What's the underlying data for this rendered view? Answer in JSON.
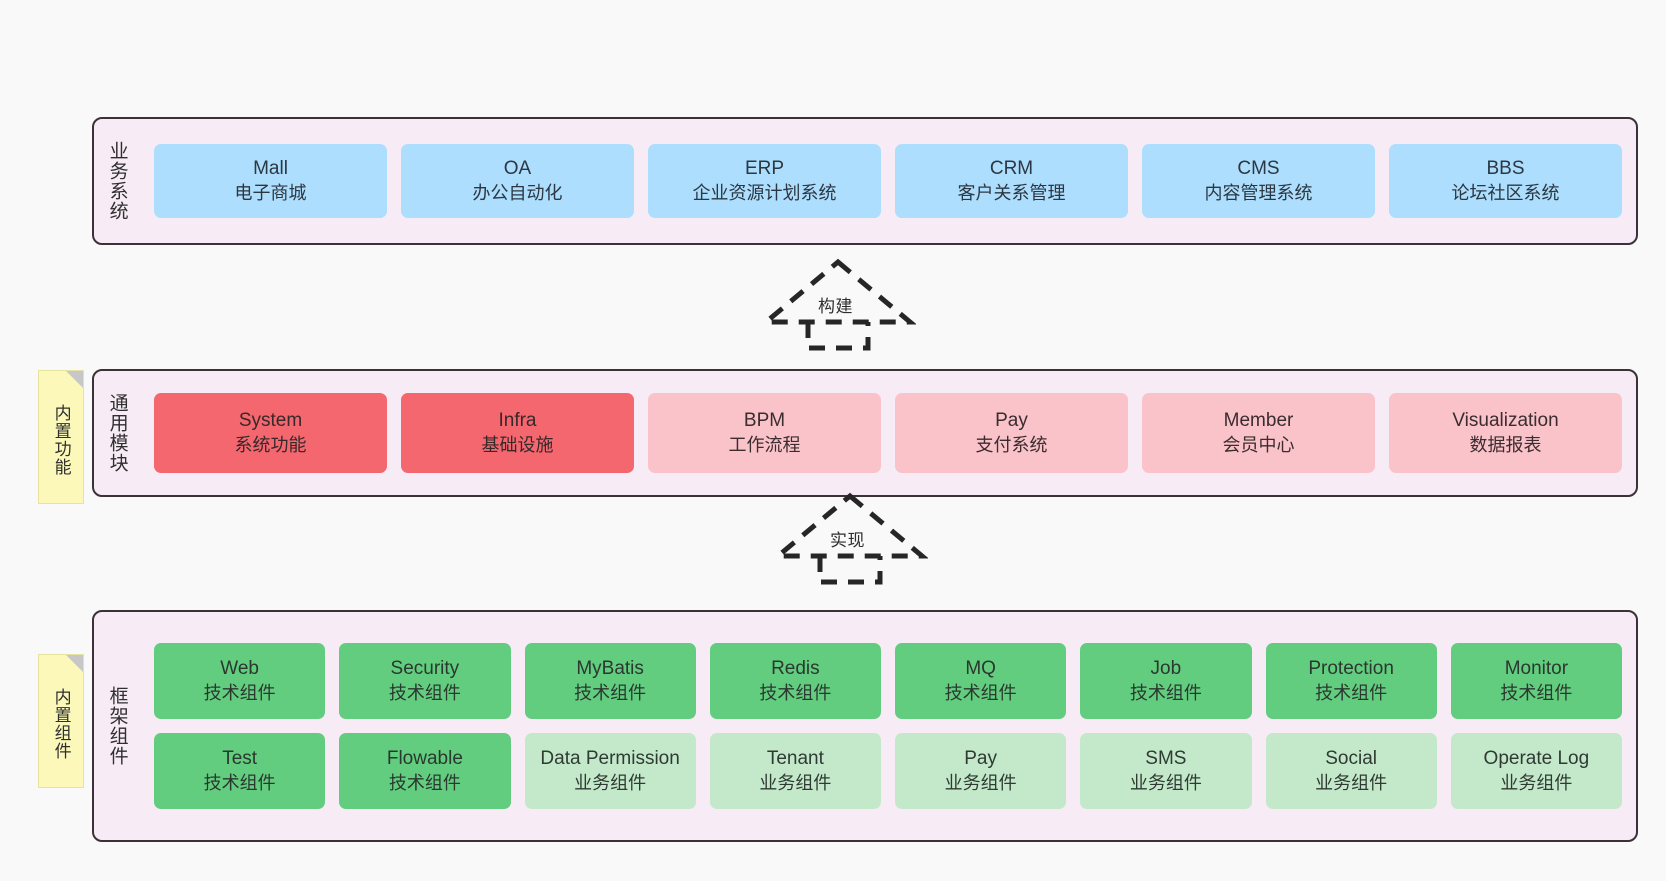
{
  "diagram": {
    "background_color": "#f9f9f9",
    "layer_fill": "#f7ecf5",
    "layer_border": "#3b3239",
    "note_fill": "#fbf8ba"
  },
  "notes": [
    {
      "id": "builtin-function",
      "text": "内置功能"
    },
    {
      "id": "builtin-component",
      "text": "内置组件"
    }
  ],
  "connectors": [
    {
      "id": "build",
      "label": "构建",
      "style": "dashed-hollow-arrow-up"
    },
    {
      "id": "realize",
      "label": "实现",
      "style": "dashed-hollow-arrow-up"
    }
  ],
  "layers": [
    {
      "id": "business-system",
      "title": "业务系统",
      "color": "#aedefd",
      "rows": [
        {
          "cards": [
            {
              "name": "Mall",
              "desc": "电子商城",
              "color": "#aedefd"
            },
            {
              "name": "OA",
              "desc": "办公自动化",
              "color": "#aedefd"
            },
            {
              "name": "ERP",
              "desc": "企业资源计划系统",
              "color": "#aedefd"
            },
            {
              "name": "CRM",
              "desc": "客户关系管理",
              "color": "#aedefd"
            },
            {
              "name": "CMS",
              "desc": "内容管理系统",
              "color": "#aedefd"
            },
            {
              "name": "BBS",
              "desc": "论坛社区系统",
              "color": "#aedefd"
            }
          ]
        }
      ]
    },
    {
      "id": "common-module",
      "title": "通用模块",
      "rows": [
        {
          "cards": [
            {
              "name": "System",
              "desc": "系统功能",
              "color": "#f4676e"
            },
            {
              "name": "Infra",
              "desc": "基础设施",
              "color": "#f4676e"
            },
            {
              "name": "BPM",
              "desc": "工作流程",
              "color": "#fac3ca"
            },
            {
              "name": "Pay",
              "desc": "支付系统",
              "color": "#fac3ca"
            },
            {
              "name": "Member",
              "desc": "会员中心",
              "color": "#fac3ca"
            },
            {
              "name": "Visualization",
              "desc": "数据报表",
              "color": "#fac3ca"
            }
          ]
        }
      ]
    },
    {
      "id": "framework-component",
      "title": "框架组件",
      "rows": [
        {
          "cards": [
            {
              "name": "Web",
              "desc": "技术组件",
              "color": "#63cd7f"
            },
            {
              "name": "Security",
              "desc": "技术组件",
              "color": "#63cd7f"
            },
            {
              "name": "MyBatis",
              "desc": "技术组件",
              "color": "#63cd7f"
            },
            {
              "name": "Redis",
              "desc": "技术组件",
              "color": "#63cd7f"
            },
            {
              "name": "MQ",
              "desc": "技术组件",
              "color": "#63cd7f"
            },
            {
              "name": "Job",
              "desc": "技术组件",
              "color": "#63cd7f"
            },
            {
              "name": "Protection",
              "desc": "技术组件",
              "color": "#63cd7f"
            },
            {
              "name": "Monitor",
              "desc": "技术组件",
              "color": "#63cd7f"
            }
          ]
        },
        {
          "cards": [
            {
              "name": "Test",
              "desc": "技术组件",
              "color": "#63cd7f"
            },
            {
              "name": "Flowable",
              "desc": "技术组件",
              "color": "#63cd7f"
            },
            {
              "name": "Data Permission",
              "desc": "业务组件",
              "color": "#c3e9ca"
            },
            {
              "name": "Tenant",
              "desc": "业务组件",
              "color": "#c3e9ca"
            },
            {
              "name": "Pay",
              "desc": "业务组件",
              "color": "#c3e9ca"
            },
            {
              "name": "SMS",
              "desc": "业务组件",
              "color": "#c3e9ca"
            },
            {
              "name": "Social",
              "desc": "业务组件",
              "color": "#c3e9ca"
            },
            {
              "name": "Operate Log",
              "desc": "业务组件",
              "color": "#c3e9ca"
            }
          ]
        }
      ]
    }
  ]
}
